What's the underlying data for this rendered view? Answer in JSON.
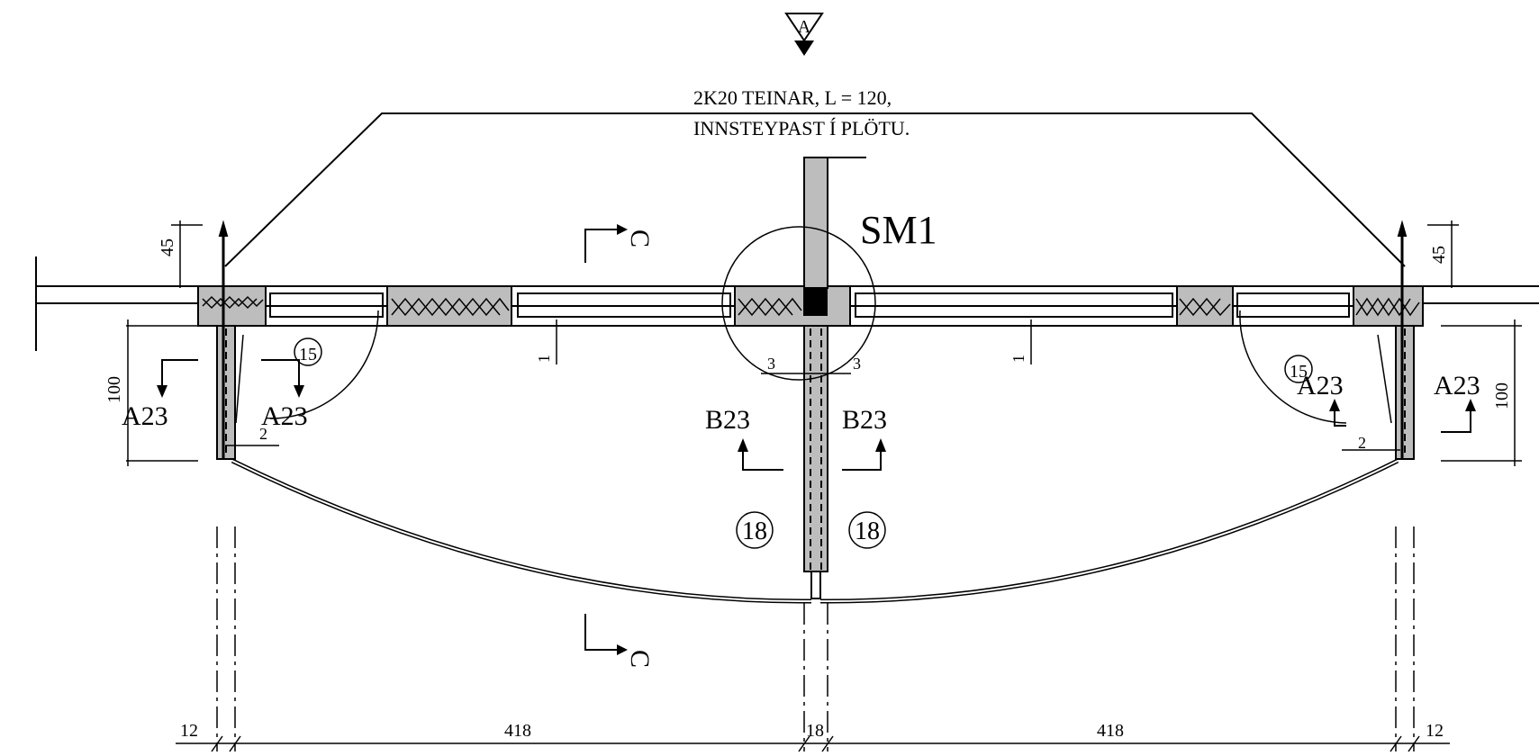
{
  "section_marker": "A",
  "note": {
    "line1": "2K20 TEINAR, L = 120,",
    "line2": "INNSTEYPAST Í PLÖTU."
  },
  "detail_title": "SM1",
  "section_c": "C",
  "labels": {
    "a_left_outer": "A23",
    "a_left_inner": "A23",
    "a_right_inner": "A23",
    "a_right_outer": "A23",
    "b_left": "B23",
    "b_right": "B23"
  },
  "circles": {
    "left": "15",
    "right": "15",
    "mid_left": "18",
    "mid_right": "18"
  },
  "dims": {
    "top_left": "45",
    "top_right": "45",
    "side_left": "100",
    "side_right": "100",
    "gap_left": "1",
    "gap_right": "1",
    "mid_3_left": "3",
    "mid_3_right": "3",
    "left_2": "2",
    "right_2": "2",
    "bottom": [
      "12",
      "418",
      "18",
      "418",
      "12"
    ]
  }
}
